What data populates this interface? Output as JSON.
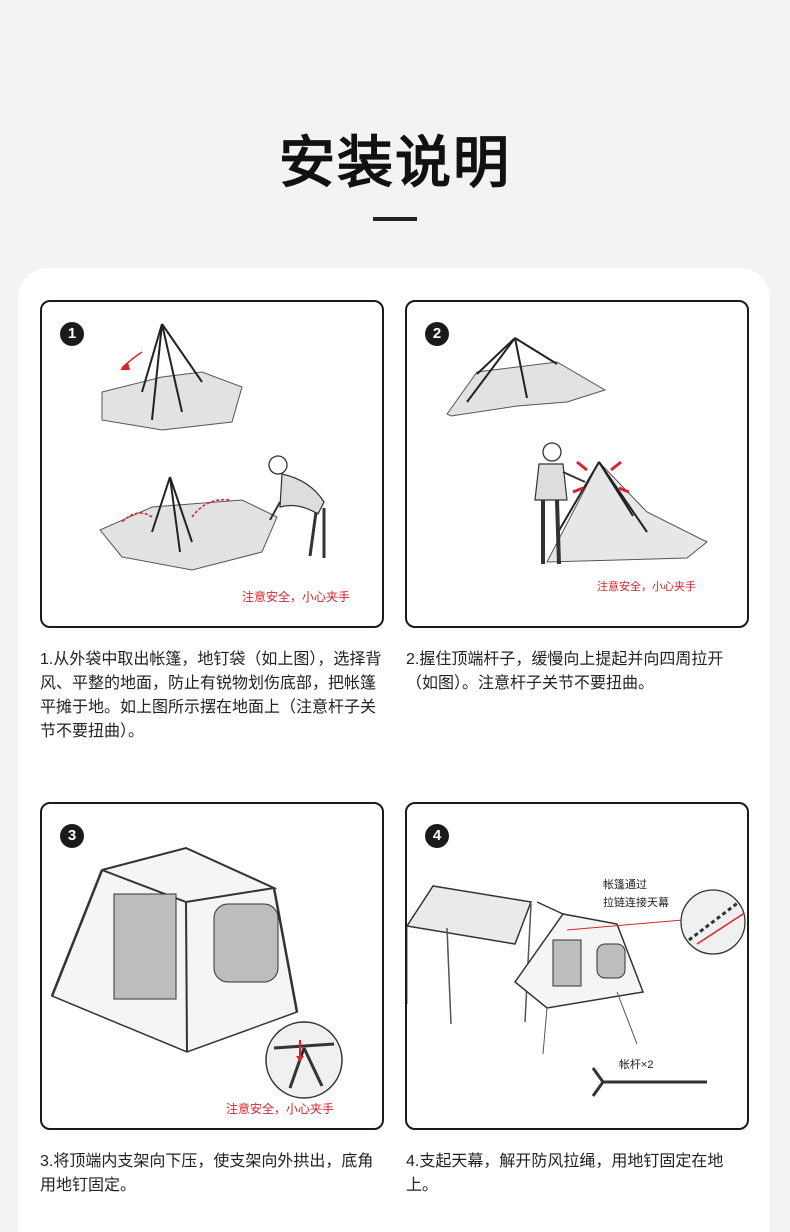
{
  "title": "安装说明",
  "steps": [
    {
      "number": "1",
      "caution": "注意安全，小心夹手",
      "description": "1.从外袋中取出帐篷，地钉袋（如上图），选择背风、平整的地面，防止有锐物划伤底部，把帐篷平摊于地。如上图所示摆在地面上（注意杆子关节不要扭曲）。"
    },
    {
      "number": "2",
      "caution": "注意安全，小心夹手",
      "description": "2.握住顶端杆子，缓慢向上提起并向四周拉开（如图）。注意杆子关节不要扭曲。"
    },
    {
      "number": "3",
      "caution": "注意安全，小心夹手",
      "description": "3.将顶端内支架向下压，使支架向外拱出，底角用地钉固定。"
    },
    {
      "number": "4",
      "label_line1": "帐篷通过",
      "label_line2": "拉链连接天幕",
      "pole_label": "帐杆×2",
      "description": "4.支起天幕，解开防风拉绳，用地钉固定在地上。"
    }
  ],
  "colors": {
    "accent": "#d8232a",
    "frame": "#1a1a1a",
    "background": "#f3f3f3"
  }
}
